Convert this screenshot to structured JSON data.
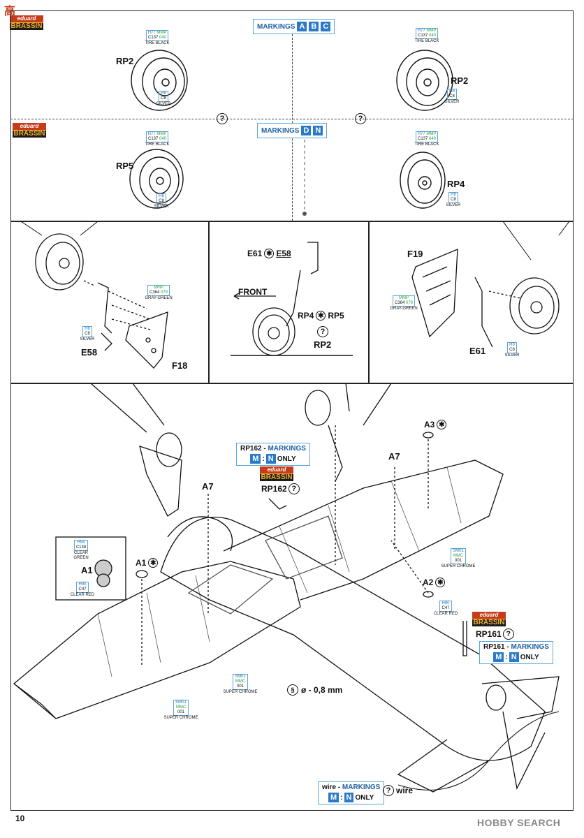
{
  "header": {
    "site_logo": "高",
    "brassin_top": "eduard",
    "brassin_bottom": "BRASSIN"
  },
  "top_panel": {
    "markings_abc": {
      "label": "MARKINGS",
      "tags": [
        "A",
        "B",
        "C"
      ]
    },
    "markings_dn": {
      "label": "MARKINGS",
      "tags": [
        "D",
        "N"
      ]
    },
    "parts": {
      "rp2_left": "RP2",
      "rp2_right": "RP2",
      "rp5": "RP5",
      "rp4": "RP4"
    },
    "question": "?",
    "paints": {
      "tire": {
        "a": "H77",
        "b": "MMP",
        "c": "C137",
        "d": "040",
        "desc": "TIRE BLACK"
      },
      "silver": {
        "a": "H8",
        "c": "C8",
        "desc": "SILVER"
      }
    }
  },
  "mid_panel": {
    "left": {
      "part_e58": "E58",
      "part_f18": "F18",
      "paint_gray": {
        "a": "MMP",
        "c": "C364",
        "d": "079",
        "desc": "GRAY-GREEN"
      },
      "paint_silver": {
        "a": "H8",
        "c": "C8",
        "desc": "SILVER"
      }
    },
    "center": {
      "e61": "E61",
      "e58": "E58",
      "front": "FRONT",
      "rp4": "RP4",
      "rp5": "RP5",
      "rp2": "RP2"
    },
    "right": {
      "f19": "F19",
      "e61": "E61",
      "paint_gray": {
        "a": "MMP",
        "c": "C364",
        "d": "079",
        "desc": "GRAY-GREEN"
      },
      "paint_silver": {
        "a": "H8",
        "c": "C8",
        "desc": "SILVER"
      }
    }
  },
  "bottom_panel": {
    "rp162_markings": {
      "line1": "RP162 -",
      "line1b": "MARKINGS",
      "tags": [
        "M",
        "N"
      ],
      "only": "ONLY"
    },
    "rp162": "RP162",
    "rp161": "RP161",
    "rp161_markings": {
      "line1": "RP161 -",
      "line1b": "MARKINGS",
      "tags": [
        "M",
        "N"
      ],
      "only": "ONLY"
    },
    "wire_markings": {
      "line1": "wire -",
      "line1b": "MARKINGS",
      "tags": [
        "M",
        "N"
      ],
      "only": "ONLY"
    },
    "wire": "wire",
    "a1": "A1",
    "a2": "A2",
    "a3": "A3",
    "a7_left": "A7",
    "a7_right": "A7",
    "a1_inset": "A1",
    "drill": "ø - 0,8 mm",
    "paint_green": {
      "a": "H94",
      "c": "C138",
      "desc": "CLEAR GREEN"
    },
    "paint_red": {
      "a": "H90",
      "c": "C47",
      "desc": "CLEAR RED"
    },
    "paint_red2": {
      "a": "H90",
      "c": "C47",
      "desc": "CLEAR RED"
    },
    "chrome": {
      "a": "SM01",
      "b": "MMC",
      "c": "001",
      "desc": "SUPER CHROME"
    }
  },
  "footer": {
    "page_number": "10",
    "watermark": "HOBBY SEARCH"
  }
}
